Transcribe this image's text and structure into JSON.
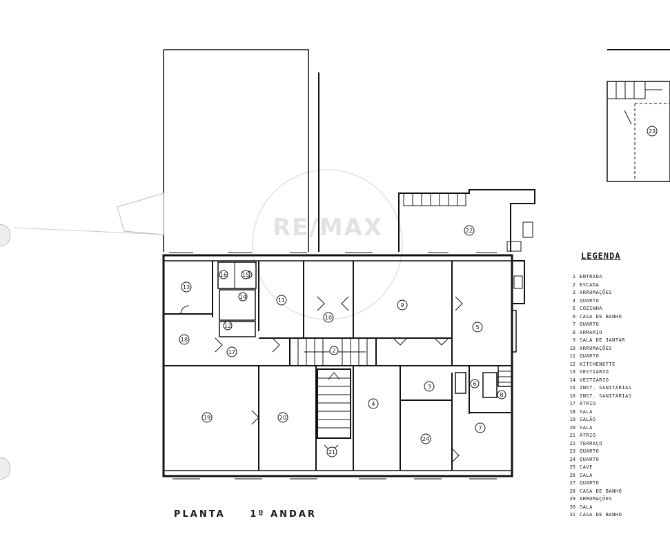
{
  "plan": {
    "title_word": "PLANTA",
    "title_floor": "1º ANDAR",
    "watermark": "RE/MAX",
    "inset_room": "23"
  },
  "legend": {
    "title": "LEGENDA",
    "items": [
      {
        "num": "1",
        "label": "ENTRADA"
      },
      {
        "num": "2",
        "label": "ESCADA"
      },
      {
        "num": "3",
        "label": "ARRUMAÇÕES"
      },
      {
        "num": "4",
        "label": "QUARTO"
      },
      {
        "num": "5",
        "label": "COZINHA"
      },
      {
        "num": "6",
        "label": "CASA DE BANHO"
      },
      {
        "num": "7",
        "label": "QUARTO"
      },
      {
        "num": "8",
        "label": "ARMARIO"
      },
      {
        "num": "9",
        "label": "SALA DE JANTAR"
      },
      {
        "num": "10",
        "label": "ARRUMAÇÕES"
      },
      {
        "num": "11",
        "label": "QUARTO"
      },
      {
        "num": "12",
        "label": "KITCHENETTE"
      },
      {
        "num": "13",
        "label": "VESTIARIO"
      },
      {
        "num": "14",
        "label": "VESTIÁRIO"
      },
      {
        "num": "15",
        "label": "INST. SANITÁRIAS"
      },
      {
        "num": "16",
        "label": "INST. SANITÁRIAS"
      },
      {
        "num": "17",
        "label": "ÁTRIO"
      },
      {
        "num": "18",
        "label": "SALA"
      },
      {
        "num": "19",
        "label": "SALÃO"
      },
      {
        "num": "20",
        "label": "SALA"
      },
      {
        "num": "21",
        "label": "ÁTRIO"
      },
      {
        "num": "22",
        "label": "TERRAÇO"
      },
      {
        "num": "23",
        "label": "QUARTO"
      },
      {
        "num": "24",
        "label": "QUARTO"
      },
      {
        "num": "25",
        "label": "CAVE"
      },
      {
        "num": "26",
        "label": "SALA"
      },
      {
        "num": "27",
        "label": "QUARTO"
      },
      {
        "num": "28",
        "label": "CASA DE BANHO"
      },
      {
        "num": "29",
        "label": "ARRUMAÇÕES"
      },
      {
        "num": "30",
        "label": "SALA"
      },
      {
        "num": "31",
        "label": "CASA DE BANHO"
      }
    ]
  },
  "rooms": [
    {
      "n": "13"
    },
    {
      "n": "16"
    },
    {
      "n": "15"
    },
    {
      "n": "14"
    },
    {
      "n": "11"
    },
    {
      "n": "10"
    },
    {
      "n": "9"
    },
    {
      "n": "5"
    },
    {
      "n": "12"
    },
    {
      "n": "18"
    },
    {
      "n": "17"
    },
    {
      "n": "2"
    },
    {
      "n": "3"
    },
    {
      "n": "6"
    },
    {
      "n": "8"
    },
    {
      "n": "19"
    },
    {
      "n": "20"
    },
    {
      "n": "4"
    },
    {
      "n": "24"
    },
    {
      "n": "7"
    },
    {
      "n": "21"
    },
    {
      "n": "22"
    }
  ]
}
